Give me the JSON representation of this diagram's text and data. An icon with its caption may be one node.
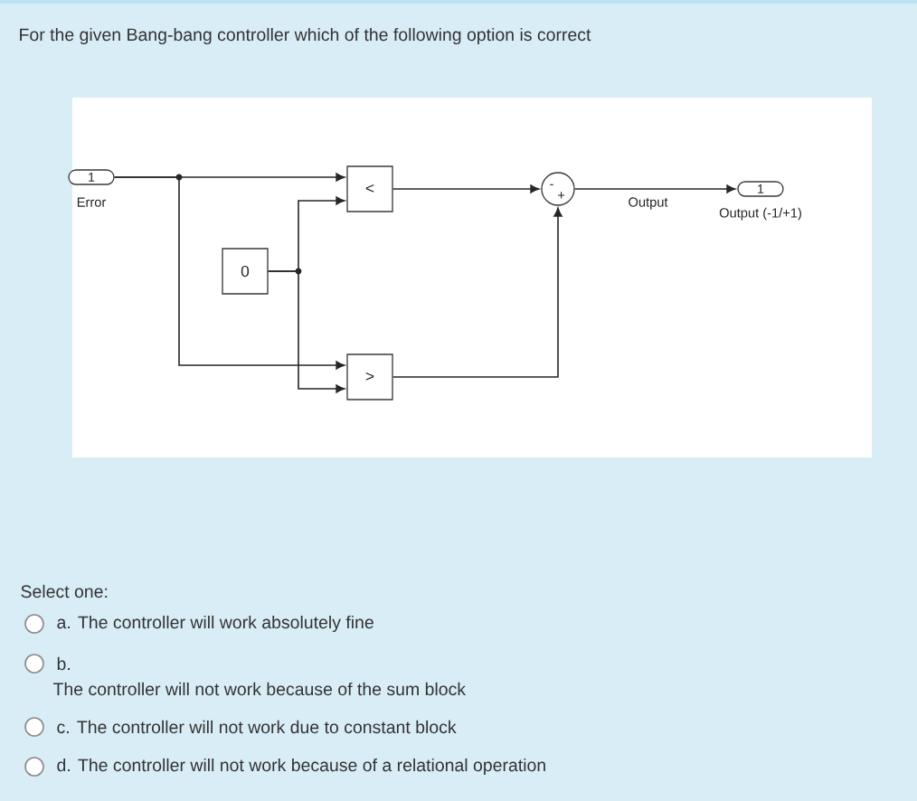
{
  "diagram": {
    "title": "For the given Bang-bang controller which of the following option is correct",
    "nodes": [
      {
        "text": [
          "1"
        ],
        "beside": [
          "Error"
        ]
      },
      {
        "text": [
          "<"
        ]
      },
      {
        "text": [
          "0"
        ]
      },
      {
        "text": [
          ">"
        ]
      },
      {
        "text": [
          "-",
          "+"
        ]
      },
      {
        "text": [
          "1"
        ],
        "beside": [
          "Output (-1/+1)"
        ]
      }
    ],
    "edges": [
      {
        "from": 0,
        "to": 1,
        "arrow": "to"
      },
      {
        "from": 0,
        "to": 3,
        "arrow": "to"
      },
      {
        "from": 2,
        "to": 1,
        "arrow": "to"
      },
      {
        "from": 2,
        "to": 3,
        "arrow": "to"
      },
      {
        "from": 1,
        "to": 4,
        "arrow": "to"
      },
      {
        "from": 3,
        "to": 4,
        "arrow": "to"
      },
      {
        "from": 4,
        "to": 5,
        "arrow": "to",
        "label": "Output"
      }
    ],
    "labels": [
      "Select one:",
      "a. The controller will work absolutely fine",
      "b.",
      "The controller will not work because of the sum block",
      "c. The controller will not work due to constant block",
      "d. The controller will not work because of a relational operation"
    ]
  }
}
